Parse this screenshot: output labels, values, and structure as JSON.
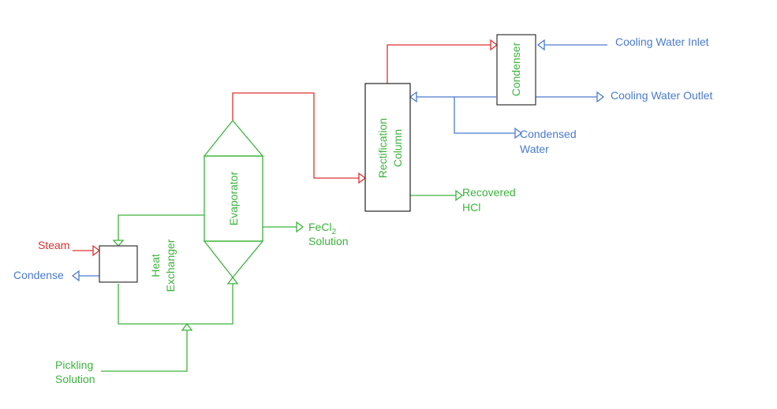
{
  "colors": {
    "process": "#3cb33c",
    "steam": "#e03030",
    "water": "#4a7bd0",
    "equipment_outline": "#333333"
  },
  "equipment": {
    "heat_exchanger": {
      "label_line1": "Heat",
      "label_line2": "Exchanger"
    },
    "evaporator": {
      "label": "Evaporator"
    },
    "rectification_column": {
      "label_line1": "Rectification",
      "label_line2": "Column"
    },
    "condenser": {
      "label": "Condenser"
    }
  },
  "streams": {
    "steam": "Steam",
    "condense": "Condense",
    "pickling_solution_line1": "Pickling",
    "pickling_solution_line2": "Solution",
    "fecl2_solution_prefix": "FeCl",
    "fecl2_solution_subscript": "2",
    "fecl2_solution_line2": "Solution",
    "recovered_hcl_line1": "Recovered",
    "recovered_hcl_line2": "HCl",
    "condensed_water_line1": "Condensed",
    "condensed_water_line2": "Water",
    "cooling_water_inlet": "Cooling Water Inlet",
    "cooling_water_outlet": "Cooling Water Outlet"
  }
}
